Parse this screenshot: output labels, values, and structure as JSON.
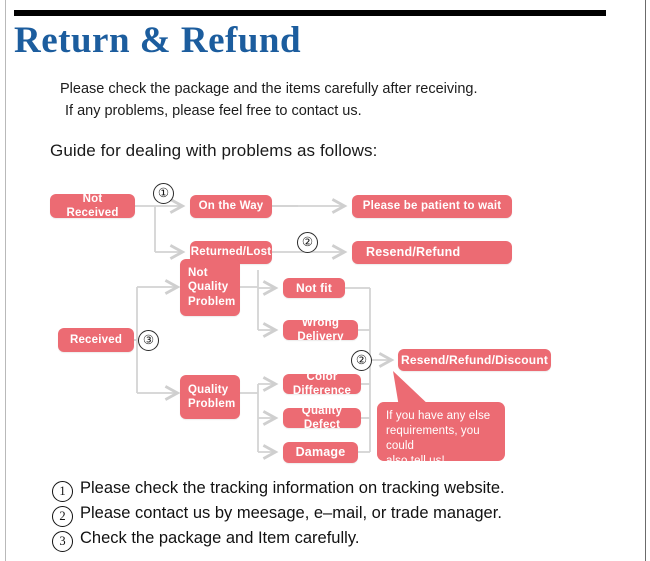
{
  "page": {
    "title": "Return & Refund",
    "title_color": "#1c5d9e",
    "accent_color": "#ec6b73",
    "background": "#ffffff"
  },
  "intro": {
    "line1": "Please check the package and the items carefully after receiving.",
    "line2": "If any problems, please feel free to contact us."
  },
  "guide": {
    "heading": "Guide for dealing with problems as follows:"
  },
  "flowchart": {
    "nodes": {
      "not_received": "Not Received",
      "on_the_way": "On the Way",
      "returned_lost": "Returned/Lost",
      "please_be_patient": "Please be patient to wait",
      "resend_refund": "Resend/Refund",
      "received": "Received",
      "not_quality_problem": "Not\nQuality\nProblem",
      "not_quality_problem_l1": "Not",
      "not_quality_problem_l2": "Quality",
      "not_quality_problem_l3": "Problem",
      "quality_problem_l1": "Quality",
      "quality_problem_l2": "Problem",
      "not_fit": "Not fit",
      "wrong_delivery": "Wrong Delivery",
      "color_difference": "Color Difference",
      "quality_defect": "Quality Defect",
      "damage": "Damage",
      "resend_refund_discount": "Resend/Refund/Discount"
    },
    "markers": {
      "m1": "①",
      "m2_top": "②",
      "m3": "③",
      "m2_bottom": "②"
    },
    "callout": {
      "line1": "If you have any else",
      "line2": "requirements, you could",
      "line3": "also tell us!"
    }
  },
  "footnotes": [
    {
      "num": "1",
      "text": "Please check the tracking information on tracking website."
    },
    {
      "num": "2",
      "text": "Please contact us by meesage, e–mail, or trade manager."
    },
    {
      "num": "3",
      "text": "Check the package and Item carefully."
    }
  ]
}
